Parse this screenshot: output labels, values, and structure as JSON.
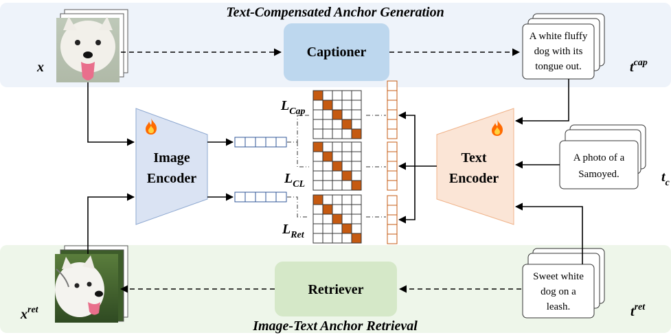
{
  "top_band": {
    "title": "Text-Compensated Anchor Generation",
    "color": "#eef3fa"
  },
  "bottom_band": {
    "title": "Image-Text Anchor Retrieval",
    "color": "#eef6ea"
  },
  "captioner": {
    "label": "Captioner",
    "color": "#bdd7ee"
  },
  "retriever": {
    "label": "Retriever",
    "color": "#d5e8c8"
  },
  "image_encoder": {
    "line1": "Image",
    "line2": "Encoder",
    "color": "#dae3f3"
  },
  "text_encoder": {
    "line1": "Text",
    "line2": "Encoder",
    "color": "#fbe5d6"
  },
  "inputs": {
    "x": {
      "base": "x",
      "sup": ""
    },
    "x_ret": {
      "base": "x",
      "sup": "ret"
    }
  },
  "texts": {
    "cap": {
      "lines": [
        "A white fluffy",
        "dog with its",
        "tongue out."
      ],
      "base": "t",
      "sup": "cap"
    },
    "cls": {
      "lines": [
        "A photo of a",
        "Samoyed."
      ],
      "base": "t",
      "sub": "c"
    },
    "ret": {
      "lines": [
        "Sweet white",
        "dog on a",
        "leash."
      ],
      "base": "t",
      "sup": "ret"
    }
  },
  "losses": {
    "cap": {
      "base": "L",
      "sub": "Cap"
    },
    "cl": {
      "base": "L",
      "sub": "CL"
    },
    "ret": {
      "base": "L",
      "sub": "Ret"
    }
  },
  "colors": {
    "matrix_diag": "#c55a11",
    "feature_vec": "#2f5597",
    "text_vec": "#c55a11",
    "flame": "#ff6a00"
  }
}
